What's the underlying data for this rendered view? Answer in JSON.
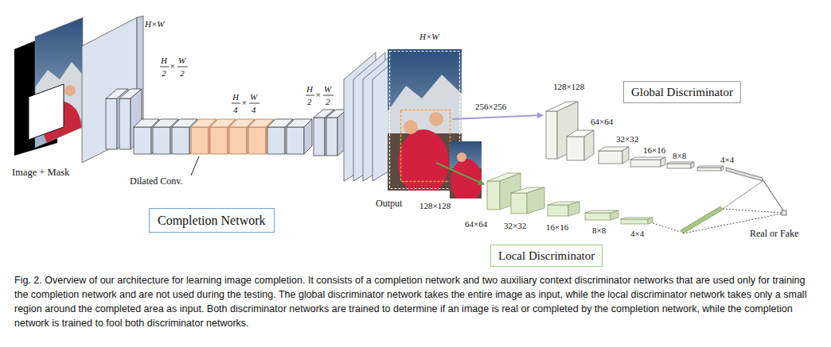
{
  "diagram": {
    "caption": "Fig. 2. Overview of our architecture for learning image completion. It consists of a completion network and two auxiliary context discriminator networks that are used only for training the completion network and are not used during the testing. The global discriminator network takes the entire image as input, while the local discriminator network takes only a small region around the completed area as input. Both discriminator networks are trained to determine if an image is real or completed by the completion network, while the completion network is trained to fool both discriminator networks.",
    "nodes": [
      {
        "text": [
          "Completion Network"
        ]
      },
      {
        "text": [
          "Global Discriminator"
        ]
      },
      {
        "text": [
          "Local Discriminator"
        ]
      }
    ],
    "labels": [
      "H×W",
      "H",
      "2",
      "×",
      "W",
      "2",
      "Image + Mask",
      "Dilated Conv.",
      "H",
      "4",
      "×",
      "W",
      "4",
      "H",
      "2",
      "×",
      "W",
      "2",
      "H×W",
      "Output",
      "128×128",
      "256×256",
      "128×128",
      "64×64",
      "32×32",
      "16×16",
      "8×8",
      "4×4",
      "64×64",
      "32×32",
      "16×16",
      "8×8",
      "4×4",
      "Real or Fake"
    ]
  }
}
